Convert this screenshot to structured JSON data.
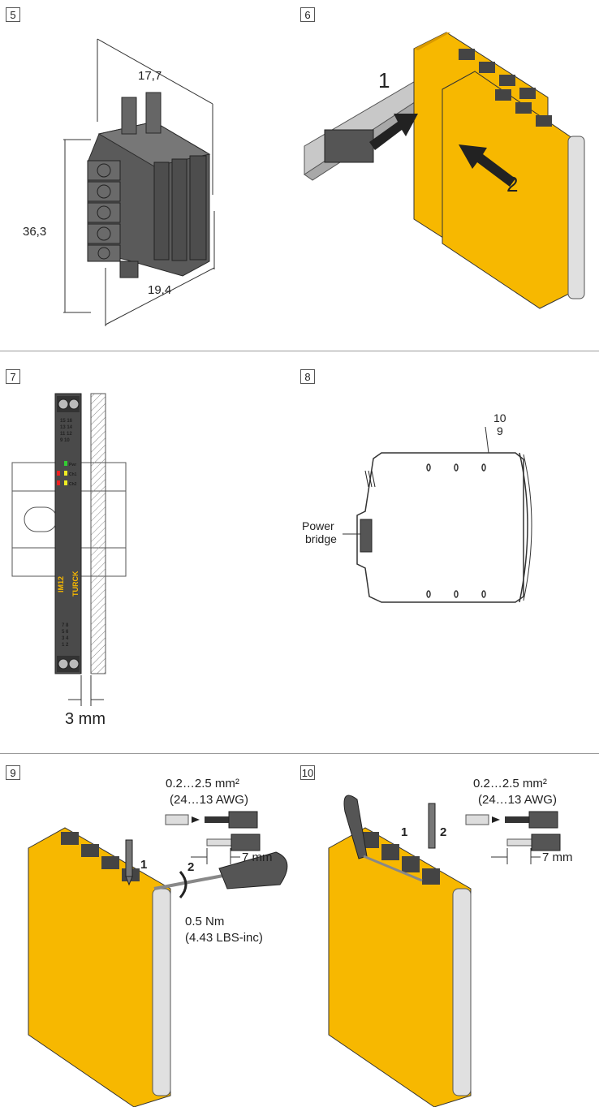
{
  "steps": {
    "s5": {
      "number": "5",
      "dim_width": "17,7",
      "dim_height": "36,3",
      "dim_depth": "19,4"
    },
    "s6": {
      "number": "6",
      "step1": "1",
      "step2": "2"
    },
    "s7": {
      "number": "7",
      "terminals_top": [
        "15 16",
        "13 14",
        "11 12",
        "9 10"
      ],
      "leds": [
        "Pwr",
        "Ch1",
        "Ch2"
      ],
      "model": "IM12",
      "brand": "TURCK",
      "terminals_bottom": [
        "7 8",
        "5 6",
        "3 4",
        "1 2"
      ],
      "gap": "3 mm"
    },
    "s8": {
      "number": "8",
      "pin_a": "10",
      "pin_b": "9",
      "bridge_line1": "Power",
      "bridge_line2": "bridge"
    },
    "s9": {
      "number": "9",
      "cross_section": "0.2…2.5 mm²",
      "awg": "(24…13 AWG)",
      "strip": "7 mm",
      "step1": "1",
      "step2": "2",
      "torque": "0.5 Nm",
      "torque_imperial": "(4.43 LBS-inc)"
    },
    "s10": {
      "number": "10",
      "cross_section": "0.2…2.5 mm²",
      "awg": "(24…13 AWG)",
      "strip": "7 mm",
      "step1": "1",
      "step2": "2"
    }
  },
  "colors": {
    "housing": "#f7b800",
    "housing_dark": "#d99a00",
    "connector": "#4a4a4a",
    "rail": "#bdbdbd"
  }
}
